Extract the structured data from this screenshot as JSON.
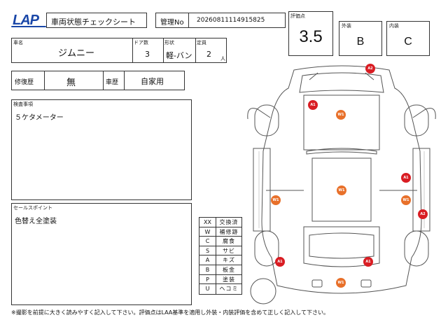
{
  "header": {
    "logo_text": "LAP",
    "sheet_title": "車両状態チェックシート",
    "mgmt_label": "管理No",
    "mgmt_no": "20260811114915825"
  },
  "score": {
    "label": "評価点",
    "value": "3.5"
  },
  "exterior": {
    "label": "外装",
    "value": "B"
  },
  "interior": {
    "label": "内装",
    "value": "C"
  },
  "vehicle": {
    "name_label": "車名",
    "name": "ジムニー",
    "doors_label": "ドア数",
    "doors": "3",
    "body_label": "形状",
    "body": "軽-バン",
    "capacity_label": "定員",
    "capacity": "2",
    "capacity_unit": "人"
  },
  "history": {
    "repair_label": "修復歴",
    "repair": "無",
    "usage_label": "車歴",
    "usage": "自家用"
  },
  "inspection": {
    "label": "検査事項",
    "text": "５ケタメーター"
  },
  "sales_point": {
    "label": "セールスポイント",
    "text": "色替え全塗装"
  },
  "legend": [
    {
      "code": "XX",
      "meaning": "交換済"
    },
    {
      "code": "W",
      "meaning": "補修跡"
    },
    {
      "code": "C",
      "meaning": "腐食"
    },
    {
      "code": "S",
      "meaning": "サビ"
    },
    {
      "code": "A",
      "meaning": "キズ"
    },
    {
      "code": "B",
      "meaning": "板金"
    },
    {
      "code": "P",
      "meaning": "塗装"
    },
    {
      "code": "U",
      "meaning": "ヘコミ"
    }
  ],
  "damage_markers": [
    {
      "code": "A2",
      "color": "#d91d23"
    },
    {
      "code": "A1",
      "color": "#d91d23"
    },
    {
      "code": "W1",
      "color": "#e8702a"
    },
    {
      "code": "A1",
      "color": "#d91d23"
    },
    {
      "code": "W1",
      "color": "#e8702a"
    },
    {
      "code": "W1",
      "color": "#e8702a"
    },
    {
      "code": "W1",
      "color": "#e8702a"
    },
    {
      "code": "A2",
      "color": "#d91d23"
    },
    {
      "code": "A1",
      "color": "#d91d23"
    },
    {
      "code": "A1",
      "color": "#d91d23"
    },
    {
      "code": "W1",
      "color": "#e8702a"
    }
  ],
  "footer_note": "※撮影を前提に大きく読みやすく記入して下さい。評価点はLAA基準を適用し外装・内装評価を含めて正しく記入して下さい。"
}
